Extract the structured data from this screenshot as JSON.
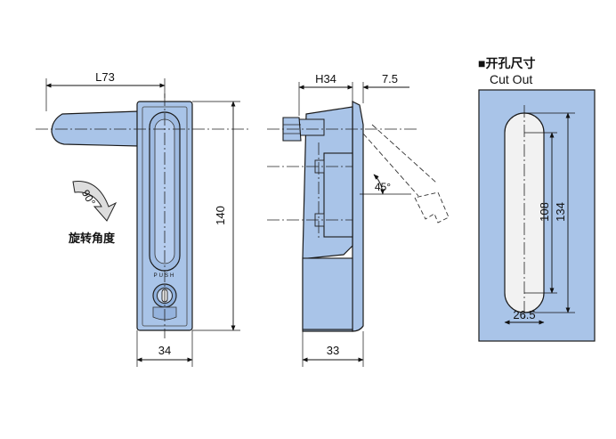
{
  "accent_colors": {
    "part_fill": "#a9c4e8",
    "part_fill_dark": "#7fa3d6",
    "cutout_fill": "#a9c4e8",
    "hole_fill": "#f2f2f2",
    "line": "#111111"
  },
  "front_view": {
    "dim_width": "L73",
    "dim_height": "140",
    "dim_bottom": "34",
    "rotation_angle": "90°",
    "rotation_label": "旋转角度",
    "lock_text": "PUSH"
  },
  "side_view": {
    "dim_top_left": "H34",
    "dim_top_right": "7.5",
    "angle": "45°",
    "dim_bottom": "33"
  },
  "cutout": {
    "title_cn": "■开孔尺寸",
    "title_en": "Cut Out",
    "dim_inner": "108",
    "dim_outer": "134",
    "dim_width": "26.5"
  }
}
